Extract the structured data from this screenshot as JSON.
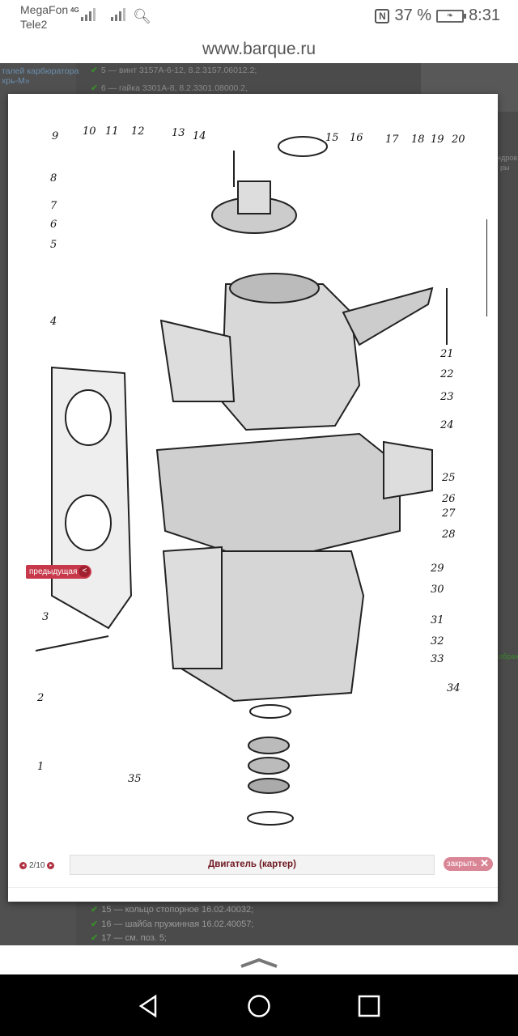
{
  "status_bar": {
    "carrier1": "MegaFon",
    "carrier2": "Tele2",
    "network": "4G",
    "battery": "37 %",
    "time": "8:31"
  },
  "url": "www.barque.ru",
  "background": {
    "sidebar_text": [
      "талей карбюратора",
      "хрь-М»"
    ],
    "list_top": [
      "5 — винт 3157А-6-12, 8.2.3157.06012.2;",
      "6 — гайка 3301А-8, 8.2.3301.08000.2,"
    ],
    "list_bottom": [
      "15 — кольцо стопорное 16.02.40032;",
      "16 — шайба пружинная 16.02.40057;",
      "17 — см. поз. 5;"
    ],
    "right_fragment": [
      "ндров",
      "ры"
    ],
    "right_fragment2": "ображ"
  },
  "lightbox": {
    "prev_label": "предыдущая",
    "pager": "2/10",
    "caption": "Двигатель (картер)",
    "close_label": "закрыть",
    "callouts": [
      "1",
      "2",
      "3",
      "4",
      "5",
      "6",
      "7",
      "8",
      "9",
      "10",
      "11",
      "12",
      "13",
      "14",
      "15",
      "16",
      "17",
      "18",
      "19",
      "20",
      "21",
      "22",
      "23",
      "24",
      "25",
      "26",
      "27",
      "28",
      "29",
      "30",
      "31",
      "32",
      "33",
      "34",
      "35"
    ]
  }
}
